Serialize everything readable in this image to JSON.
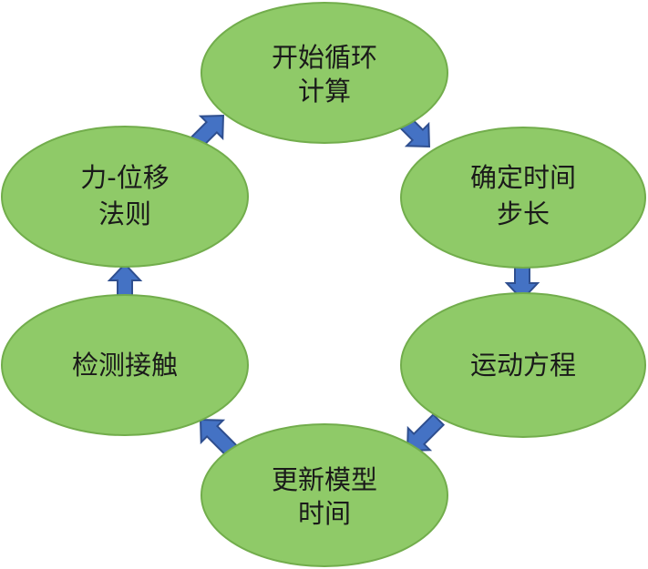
{
  "nodes": [
    {
      "id": "start-loop",
      "lines": [
        "开始循环",
        "计算"
      ]
    },
    {
      "id": "time-step",
      "lines": [
        "确定时间",
        "步长"
      ]
    },
    {
      "id": "motion-eq",
      "lines": [
        "运动方程"
      ]
    },
    {
      "id": "update-time",
      "lines": [
        "更新模型",
        "时间"
      ]
    },
    {
      "id": "detect-contact",
      "lines": [
        "检测接触"
      ]
    },
    {
      "id": "force-law",
      "lines": [
        "力-位移",
        "法则"
      ]
    }
  ],
  "colors": {
    "node_fill": "#8fca68",
    "node_stroke": "#72ad4c",
    "arrow_fill": "#4472c4",
    "text": "#1a1a1a"
  },
  "icons": [
    "arrow-icon"
  ]
}
